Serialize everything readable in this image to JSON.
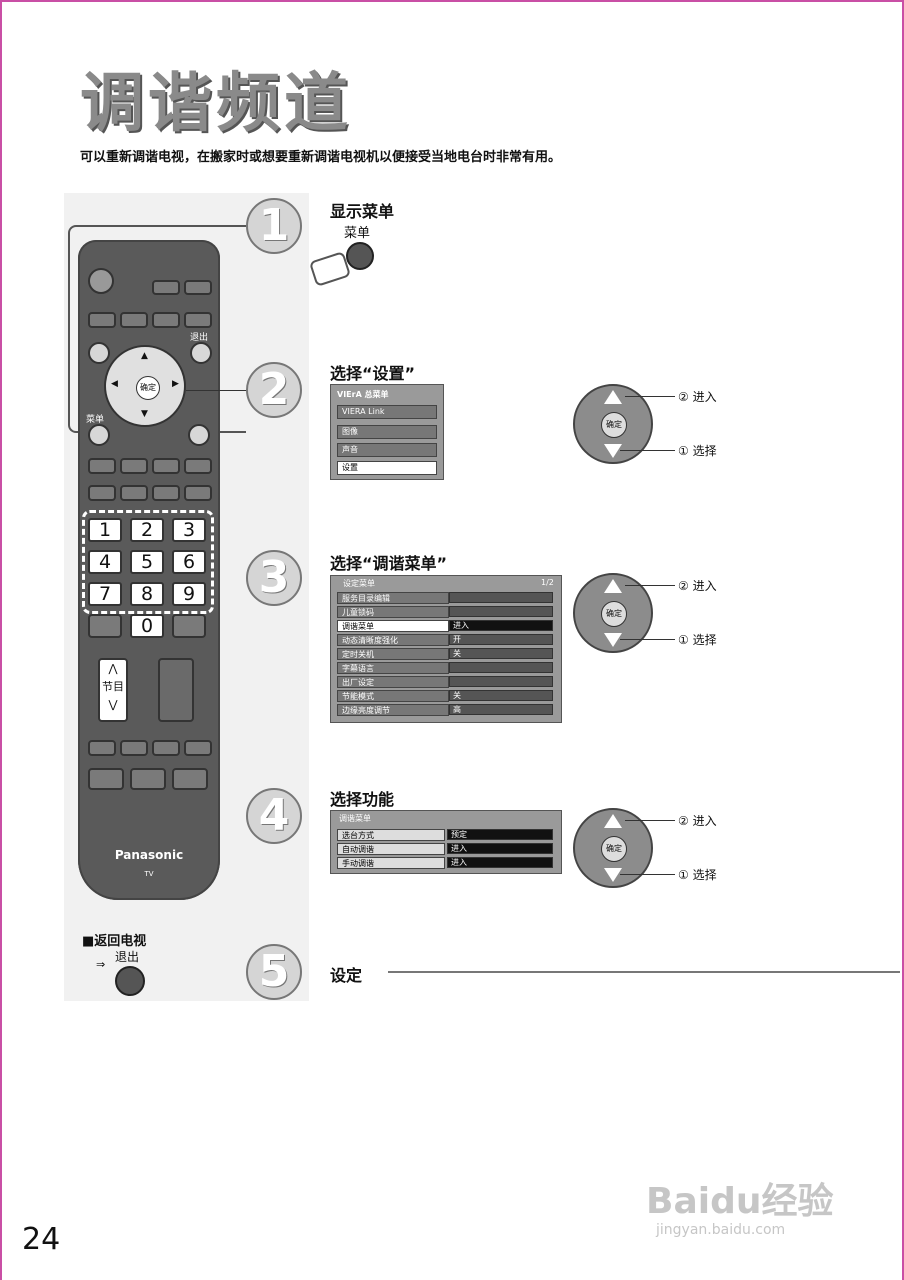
{
  "page": {
    "title": "调谐频道",
    "intro": "可以重新调谐电视，在搬家时或想要重新调谐电视机以便接受当地电台时非常有用。",
    "page_number": "24"
  },
  "remote": {
    "exit_label": "退出",
    "menu_label": "菜单",
    "ok_label": "确定",
    "numbers": [
      "1",
      "2",
      "3",
      "4",
      "5",
      "6",
      "7",
      "8",
      "9",
      "0"
    ],
    "channel_label": "节目",
    "brand": "Panasonic",
    "tv_label": "TV"
  },
  "steps": [
    {
      "num": "1",
      "label": "显示菜单",
      "button_label": "菜单"
    },
    {
      "num": "2",
      "label": "选择“设置”"
    },
    {
      "num": "3",
      "label": "选择“调谐菜单”"
    },
    {
      "num": "4",
      "label": "选择功能"
    },
    {
      "num": "5",
      "label": "设定"
    }
  ],
  "main_menu": {
    "header": "VIErA 总菜单",
    "items": [
      "VIERA Link",
      "图像",
      "声音",
      "设置"
    ]
  },
  "setup_menu": {
    "header": "设定菜单",
    "page": "1/2",
    "items": [
      "服务目录编辑",
      "儿童锁码",
      "调谐菜单",
      "动态清晰度强化",
      "定时关机",
      "字幕语言",
      "出厂设定",
      "节能模式",
      "边缘亮度调节"
    ],
    "values": [
      "",
      "",
      "进入",
      "开",
      "关",
      "",
      "",
      "关",
      "高"
    ]
  },
  "tuning_menu": {
    "header": "调谐菜单",
    "items": [
      "选台方式",
      "自动调谐",
      "手动调谐"
    ],
    "values": [
      "预定",
      "进入",
      "进入"
    ]
  },
  "nav_annotations": {
    "enter": "② 进入",
    "select": "① 选择"
  },
  "return_tv": {
    "label": "■返回电视",
    "exit": "退出"
  },
  "watermark": {
    "brand": "Baidu经验",
    "url": "jingyan.baidu.com"
  }
}
